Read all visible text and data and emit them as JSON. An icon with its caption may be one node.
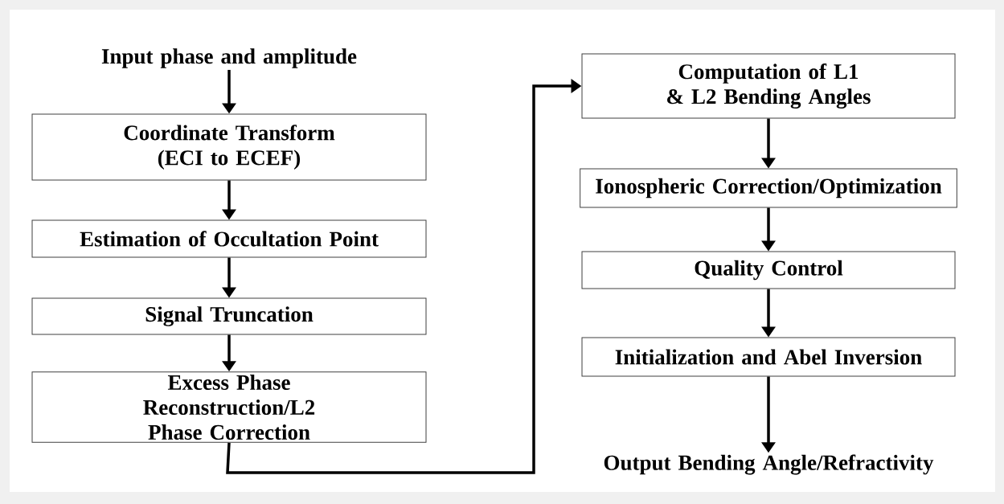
{
  "diagram": {
    "nodes": [
      {
        "text": [
          "Input phase and amplitude"
        ]
      },
      {
        "text": [
          "Coordinate Transform (ECI to ECEF)"
        ]
      },
      {
        "text": [
          "Estimation of Occultation Point"
        ]
      },
      {
        "text": [
          "Signal Truncation"
        ]
      },
      {
        "text": [
          "Excess Phase Reconstruction/L2 Phase Correction"
        ]
      },
      {
        "text": [
          "Computation of L1 & L2 Bending Angles"
        ]
      },
      {
        "text": [
          "Ionospheric Correction/Optimization"
        ]
      },
      {
        "text": [
          "Quality Control"
        ]
      },
      {
        "text": [
          "Initialization and Abel Inversion"
        ]
      },
      {
        "text": [
          "Output Bending Angle/Refractivity"
        ]
      }
    ],
    "edges": [
      {
        "from": 0,
        "to": 1,
        "arrow": "to"
      },
      {
        "from": 1,
        "to": 2,
        "arrow": "to"
      },
      {
        "from": 2,
        "to": 3,
        "arrow": "to"
      },
      {
        "from": 3,
        "to": 4,
        "arrow": "to"
      },
      {
        "from": 4,
        "to": 5,
        "arrow": "to"
      },
      {
        "from": 5,
        "to": 6,
        "arrow": "to"
      },
      {
        "from": 6,
        "to": 7,
        "arrow": "to"
      },
      {
        "from": 7,
        "to": 8,
        "arrow": "to"
      },
      {
        "from": 8,
        "to": 9,
        "arrow": "to"
      }
    ]
  }
}
